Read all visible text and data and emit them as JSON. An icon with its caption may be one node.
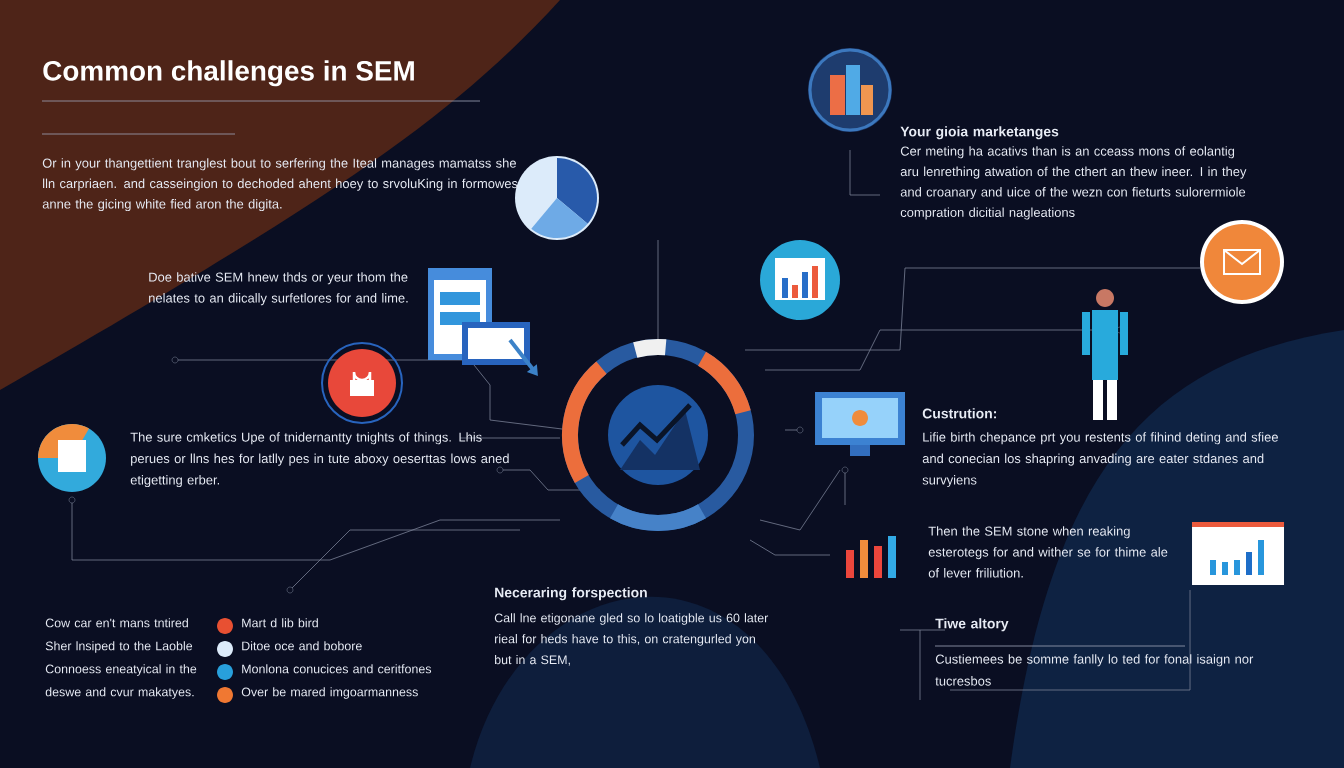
{
  "diagram": {
    "title": "Common challenges in SEM",
    "labels": [
      "Or in your thangettient tranglest bout to serfering the Iteal manages mamatss she lln carpriaen. and casseingion to dechoded ahent hoey to srvoluKing in formowes anne the gicing white fied aron the digita.",
      "Doe bative SEM hnew thds or yeur thom the nelates to an diically surfetlores for and lime.",
      "Your gioia marketanges",
      "Cer meting ha acativs than is an cceass mons of eolantig aru lenrething atwation of the cthert an thew ineer. I in they and croanary and uice of the wezn con fieturts sulorermiole compration dicitial nagleations",
      "The sure cmketics Upe of tnidernantty tnights of things. Lhis perues or llns hes for latlly pes in tute aboxy oeserttas lows aned etigetting erber.",
      "Custrution:",
      "Lifie birth chepance prt you restents of fihind deting and sfiee and conecian los shapring anvading are eater stdanes and survyiens",
      "Then the SEM stone when reaking esterotegs for and wither se for thime ale of lever friliution.",
      "Neceraring forspection",
      "Call lne etigonane gled so lo loatigble us 60 later rieal for heds have to this, on cratengurled yon but in a SEM,",
      "Tiwe altory",
      "Custiemees be somme fanlly lo ted for fonal isaign nor tucresbos",
      "Cow car en't mans tntired",
      "Mart d lib bird",
      "Sher lnsiped to the Laoble",
      "Ditoe oce and bobore",
      "Connoess eneatyical in the",
      "Monlona conucices and ceritfones",
      "deswe and cvur makatyes.",
      "Over be mared imgoarmanness"
    ]
  }
}
